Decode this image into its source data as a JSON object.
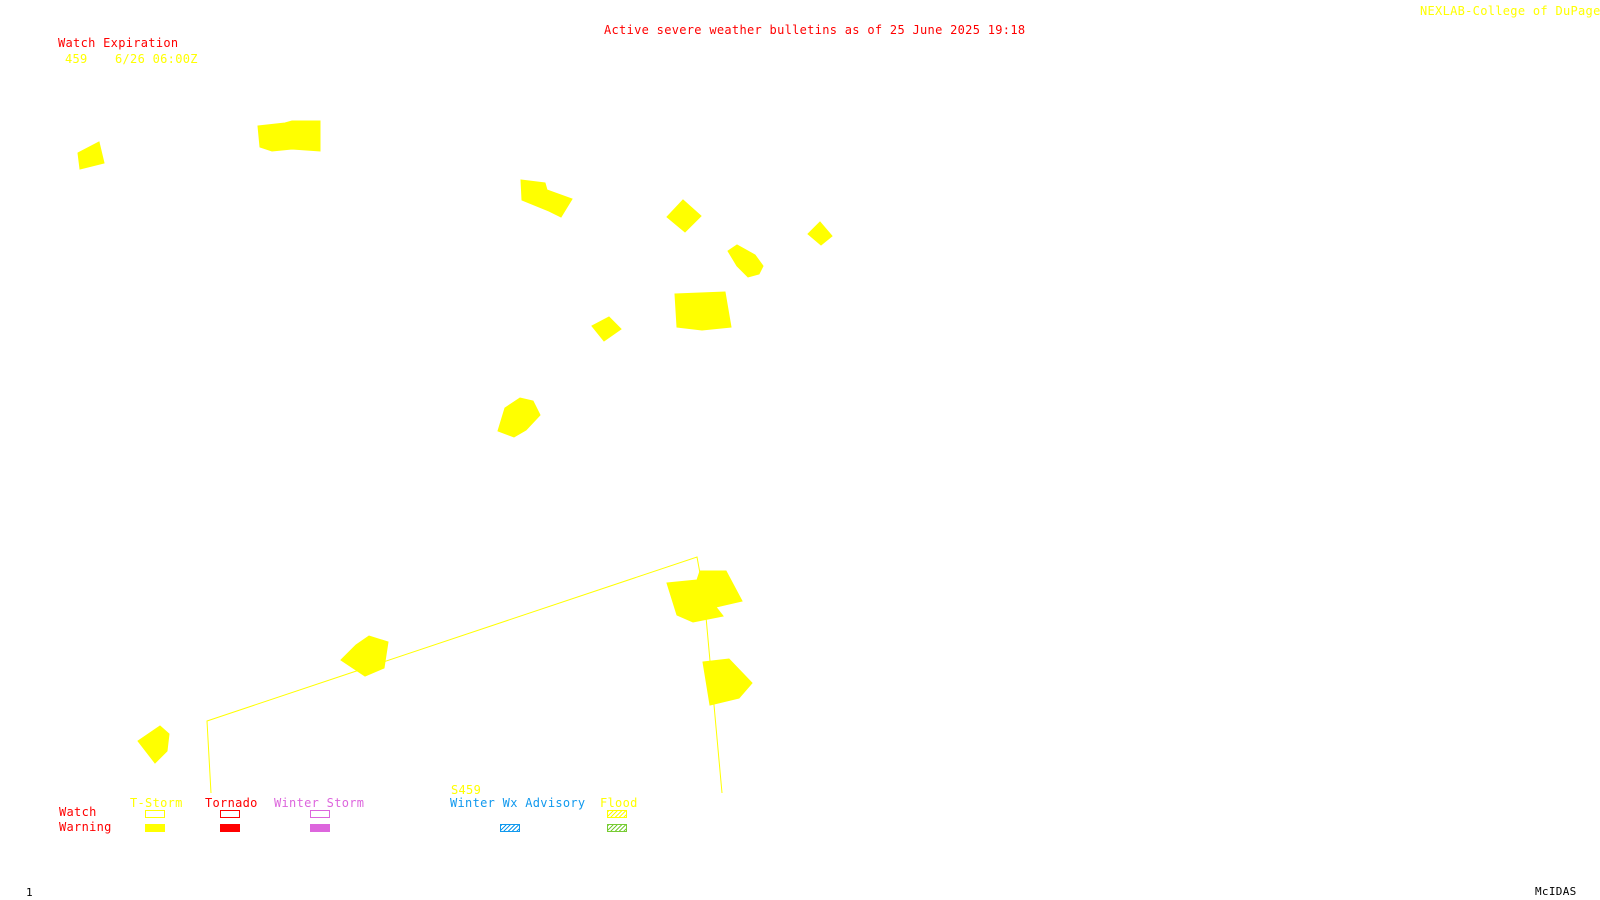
{
  "header": {
    "title": "Active severe weather bulletins as of 25 June 2025 19:18",
    "credit": "NEXLAB-College of DuPage R"
  },
  "watch_expiration": {
    "heading": "Watch Expiration",
    "entries": [
      {
        "number": "459",
        "expires": "6/26 06:00Z"
      }
    ]
  },
  "watch_box_label": "S459",
  "legend": {
    "row_labels": {
      "watch": "Watch",
      "warning": "Warning"
    },
    "columns": [
      {
        "label": "T-Storm",
        "color": "#ffff00",
        "watch_style": "outline",
        "warning_style": "solid"
      },
      {
        "label": "Tornado",
        "color": "#ff0000",
        "watch_style": "outline",
        "warning_style": "solid"
      },
      {
        "label": "Winter Storm",
        "color": "#dd66dd",
        "watch_style": "outline",
        "warning_style": "solid"
      },
      {
        "label": "Winter Wx Advisory",
        "color": "#1199ee",
        "watch_style": "none",
        "warning_style": "hatched"
      },
      {
        "label": "Flood",
        "color": "#ffff00",
        "warning_color": "#77cc33",
        "watch_style": "hatched",
        "warning_style": "hatched"
      }
    ]
  },
  "footer": {
    "frame_number": "1",
    "software": "McIDAS"
  },
  "colors": {
    "tstorm": "#ffff00",
    "tornado": "#ff0000",
    "winter_storm": "#dd66dd",
    "winter_advisory": "#1199ee",
    "flood_warning": "#77cc33",
    "text_red": "#ff0000"
  },
  "warning_polygons_count": 14
}
